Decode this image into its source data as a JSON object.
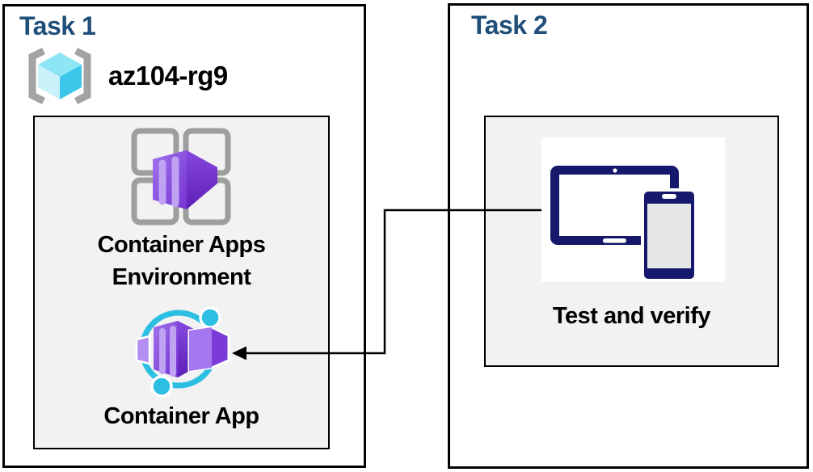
{
  "diagram": {
    "task1": {
      "title": "Task 1",
      "resource_group_name": "az104-rg9",
      "environment_label_line1": "Container Apps",
      "environment_label_line2": "Environment",
      "container_app_label": "Container App"
    },
    "task2": {
      "title": "Task 2",
      "test_label": "Test and verify"
    },
    "icons": {
      "resource_group": "resource-group-icon",
      "container_apps_environment": "container-apps-environment-icon",
      "container_app": "container-app-icon",
      "test_devices": "tablet-phone-icon",
      "connector": "left-arrow-connector"
    },
    "colors": {
      "title_blue": "#1f4e79",
      "panel_gray": "#f2f2f2",
      "border_black": "#000000",
      "container_purple": "#8a52e3",
      "container_purple_dark": "#6b2acd",
      "container_purple_light": "#bfa2f2",
      "cyan_accent": "#2cbfe2",
      "cube_cyan_top": "#8ee6f4",
      "cube_cyan_left": "#c9f2fb",
      "cube_cyan_right": "#3cc7ea",
      "bracket_gray": "#a3a3a3",
      "grid_gray": "#9e9e9e",
      "device_navy": "#16196b",
      "screen_gray": "#e7e7e7"
    }
  }
}
